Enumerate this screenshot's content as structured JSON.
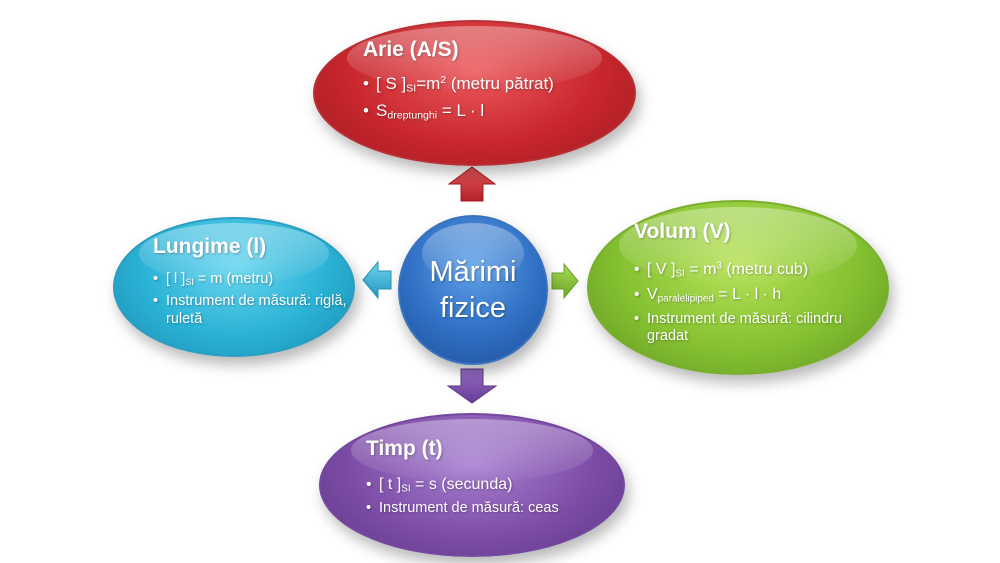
{
  "center": {
    "label": "Mărimi fizice"
  },
  "arie": {
    "title": "Arie (A/S)",
    "unit_prefix": "[ S ]",
    "unit_sub": "SI",
    "unit_mid": "=m",
    "unit_sup": "2",
    "unit_suffix": " (metru pătrat)",
    "formula_main": "S",
    "formula_sub": "dreptunghi",
    "formula_rest": " = L · l"
  },
  "lungime": {
    "title": "Lungime (l)",
    "unit_prefix": "[ l ]",
    "unit_sub": "SI",
    "unit_suffix": " = m (metru)",
    "instrument": "Instrument de măsură: riglă, ruletă"
  },
  "volum": {
    "title": "Volum (V)",
    "unit_prefix": "[ V ]",
    "unit_sub": "SI",
    "unit_mid": " = m",
    "unit_sup": "3",
    "unit_suffix": " (metru cub)",
    "formula_main": "V",
    "formula_sub": "paralelipiped",
    "formula_rest": " = L · l · h",
    "instrument": "Instrument de măsură: cilindru gradat"
  },
  "timp": {
    "title": "Timp (t)",
    "unit_prefix": "[ t ]",
    "unit_sub": "SI",
    "unit_suffix": " = s (secunda)",
    "instrument": "Instrument de măsură: ceas"
  },
  "colors": {
    "arie": "#c8272d",
    "lungime": "#2ab2d6",
    "volum": "#86c232",
    "timp": "#7e4ea8",
    "center": "#2f6fc4"
  }
}
